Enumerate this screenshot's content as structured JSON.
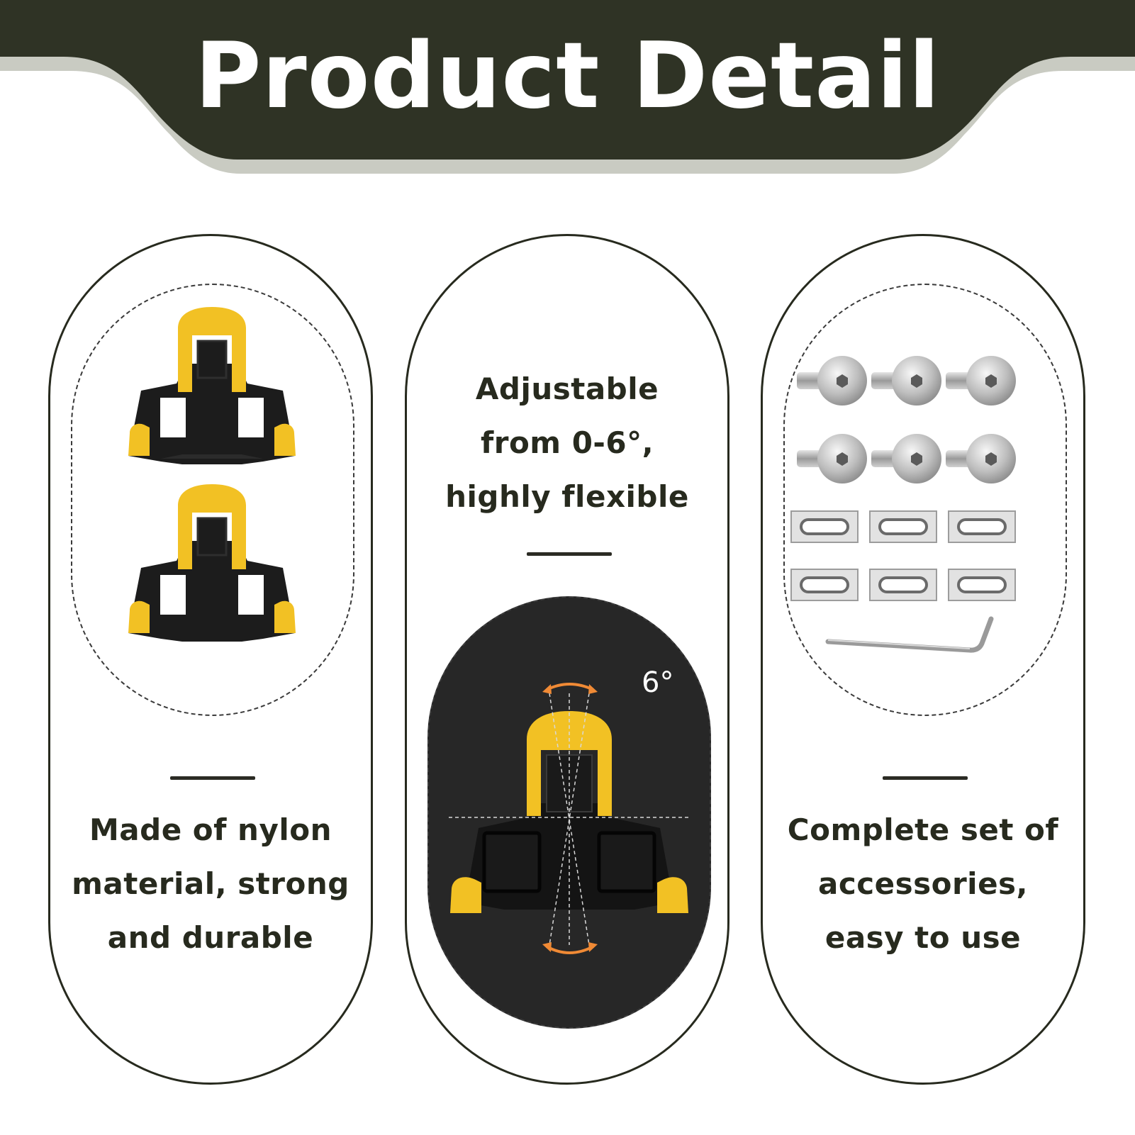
{
  "header": {
    "title": "Product Detail"
  },
  "panels": {
    "left": {
      "caption": [
        "Made of nylon",
        "material, strong",
        "and durable"
      ]
    },
    "center": {
      "caption": [
        "Adjustable",
        "from 0-6°,",
        "highly flexible"
      ],
      "angle_label": "6°"
    },
    "right": {
      "caption": [
        "Complete set of",
        "accessories,",
        "easy to use"
      ]
    }
  },
  "colors": {
    "header_bg": "#2f3325",
    "header_shadow": "#c9cbc2",
    "cleat_yellow": "#f2c124",
    "cleat_black": "#1c1c1c",
    "arrow_orange": "#f08a35"
  },
  "icons": {
    "cleat": "cleat-icon",
    "screw": "screw-icon",
    "washer": "washer-icon",
    "hex_key": "hex-key-icon",
    "rotate_arrow": "rotate-arrow-icon"
  }
}
